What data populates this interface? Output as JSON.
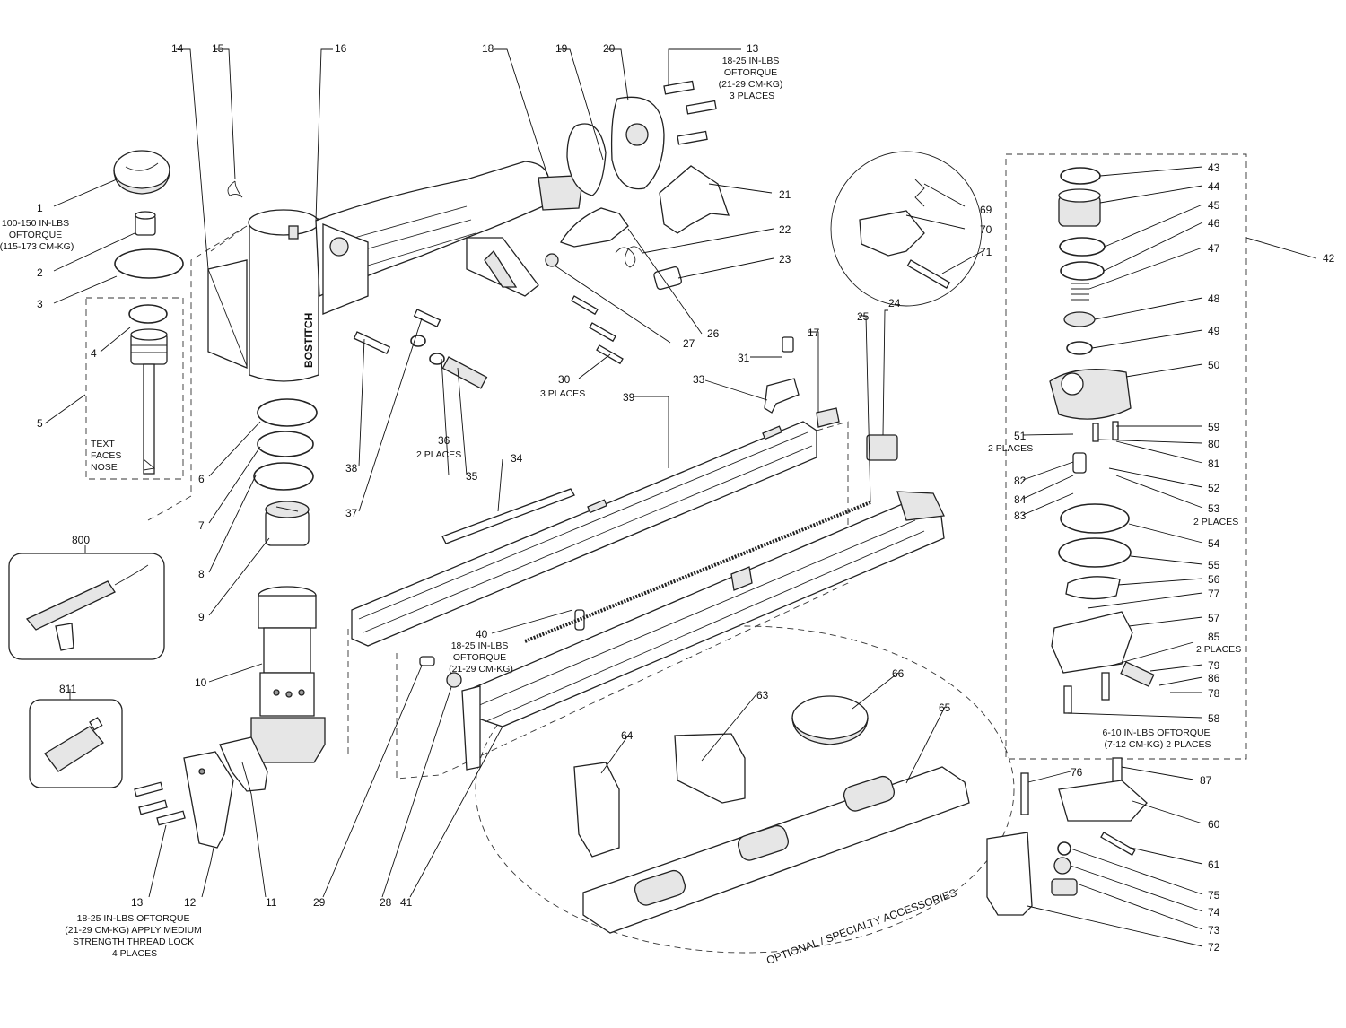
{
  "parts": [
    {
      "id": "p1",
      "label": "1"
    },
    {
      "id": "p2",
      "label": "2"
    },
    {
      "id": "p3",
      "label": "3"
    },
    {
      "id": "p4",
      "label": "4"
    },
    {
      "id": "p5",
      "label": "5"
    },
    {
      "id": "p6",
      "label": "6"
    },
    {
      "id": "p7",
      "label": "7"
    },
    {
      "id": "p8",
      "label": "8"
    },
    {
      "id": "p9",
      "label": "9"
    },
    {
      "id": "p10",
      "label": "10"
    },
    {
      "id": "p11",
      "label": "11"
    },
    {
      "id": "p12",
      "label": "12"
    },
    {
      "id": "p13a",
      "label": "13"
    },
    {
      "id": "p13b",
      "label": "13"
    },
    {
      "id": "p14",
      "label": "14"
    },
    {
      "id": "p15",
      "label": "15"
    },
    {
      "id": "p16",
      "label": "16"
    },
    {
      "id": "p17",
      "label": "17"
    },
    {
      "id": "p18",
      "label": "18"
    },
    {
      "id": "p19",
      "label": "19"
    },
    {
      "id": "p20",
      "label": "20"
    },
    {
      "id": "p21",
      "label": "21"
    },
    {
      "id": "p22",
      "label": "22"
    },
    {
      "id": "p23",
      "label": "23"
    },
    {
      "id": "p24",
      "label": "24"
    },
    {
      "id": "p25",
      "label": "25"
    },
    {
      "id": "p26",
      "label": "26"
    },
    {
      "id": "p27",
      "label": "27"
    },
    {
      "id": "p28",
      "label": "28"
    },
    {
      "id": "p29",
      "label": "29"
    },
    {
      "id": "p30",
      "label": "30"
    },
    {
      "id": "p31",
      "label": "31"
    },
    {
      "id": "p33",
      "label": "33"
    },
    {
      "id": "p34",
      "label": "34"
    },
    {
      "id": "p35",
      "label": "35"
    },
    {
      "id": "p36",
      "label": "36"
    },
    {
      "id": "p37",
      "label": "37"
    },
    {
      "id": "p38",
      "label": "38"
    },
    {
      "id": "p39",
      "label": "39"
    },
    {
      "id": "p40",
      "label": "40"
    },
    {
      "id": "p41",
      "label": "41"
    },
    {
      "id": "p42",
      "label": "42"
    },
    {
      "id": "p43",
      "label": "43"
    },
    {
      "id": "p44",
      "label": "44"
    },
    {
      "id": "p45",
      "label": "45"
    },
    {
      "id": "p46",
      "label": "46"
    },
    {
      "id": "p47",
      "label": "47"
    },
    {
      "id": "p48",
      "label": "48"
    },
    {
      "id": "p49",
      "label": "49"
    },
    {
      "id": "p50",
      "label": "50"
    },
    {
      "id": "p51",
      "label": "51"
    },
    {
      "id": "p52",
      "label": "52"
    },
    {
      "id": "p53",
      "label": "53"
    },
    {
      "id": "p54",
      "label": "54"
    },
    {
      "id": "p55",
      "label": "55"
    },
    {
      "id": "p56",
      "label": "56"
    },
    {
      "id": "p57",
      "label": "57"
    },
    {
      "id": "p58",
      "label": "58"
    },
    {
      "id": "p59",
      "label": "59"
    },
    {
      "id": "p60",
      "label": "60"
    },
    {
      "id": "p61",
      "label": "61"
    },
    {
      "id": "p63",
      "label": "63"
    },
    {
      "id": "p64",
      "label": "64"
    },
    {
      "id": "p65",
      "label": "65"
    },
    {
      "id": "p66",
      "label": "66"
    },
    {
      "id": "p69",
      "label": "69"
    },
    {
      "id": "p70",
      "label": "70"
    },
    {
      "id": "p71",
      "label": "71"
    },
    {
      "id": "p72",
      "label": "72"
    },
    {
      "id": "p73",
      "label": "73"
    },
    {
      "id": "p74",
      "label": "74"
    },
    {
      "id": "p75",
      "label": "75"
    },
    {
      "id": "p76",
      "label": "76"
    },
    {
      "id": "p77",
      "label": "77"
    },
    {
      "id": "p78",
      "label": "78"
    },
    {
      "id": "p79",
      "label": "79"
    },
    {
      "id": "p80",
      "label": "80"
    },
    {
      "id": "p81",
      "label": "81"
    },
    {
      "id": "p82",
      "label": "82"
    },
    {
      "id": "p83",
      "label": "83"
    },
    {
      "id": "p84",
      "label": "84"
    },
    {
      "id": "p85",
      "label": "85"
    },
    {
      "id": "p86",
      "label": "86"
    },
    {
      "id": "p87",
      "label": "87"
    },
    {
      "id": "p800",
      "label": "800"
    },
    {
      "id": "p811",
      "label": "811"
    }
  ],
  "notes": {
    "n1": [
      "100-150 IN-LBS",
      "OFTORQUE",
      "(115-173 CM-KG)"
    ],
    "n5": [
      "TEXT",
      "FACES",
      "NOSE"
    ],
    "n13top": [
      "18-25 IN-LBS",
      "OFTORQUE",
      "(21-29 CM-KG)",
      "3 PLACES"
    ],
    "n13bottom": [
      "18-25 IN-LBS OFTORQUE",
      "(21-29 CM-KG) APPLY MEDIUM",
      "STRENGTH THREAD LOCK",
      "4 PLACES"
    ],
    "n30": [
      "3 PLACES"
    ],
    "n36": [
      "2 PLACES"
    ],
    "n40": [
      "18-25 IN-LBS",
      "OFTORQUE",
      "(21-29 CM-KG)"
    ],
    "n51": [
      "2 PLACES"
    ],
    "n53": [
      "2 PLACES"
    ],
    "n85": [
      "2 PLACES"
    ],
    "n58": [
      "6-10 IN-LBS OFTORQUE",
      "(7-12 CM-KG) 2 PLACES"
    ]
  },
  "brand": "BOSTITCH",
  "accessories_caption": "OPTIONAL / SPECIALTY ACCESSORIES"
}
